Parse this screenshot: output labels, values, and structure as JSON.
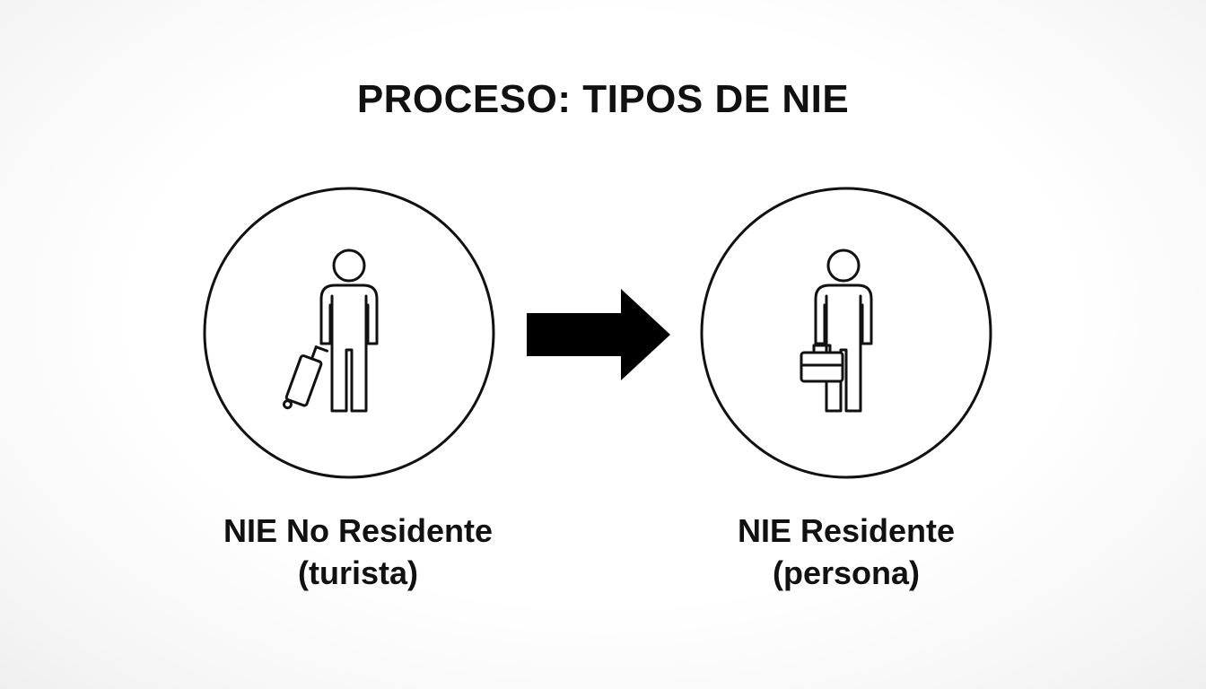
{
  "title": "PROCESO: TIPOS DE NIE",
  "colors": {
    "ink": "#111111",
    "background": "#ffffff"
  },
  "nodes": [
    {
      "icon": "person-with-rolling-suitcase-icon",
      "label_line1": "NIE No Residente",
      "label_line2": "(turista)"
    },
    {
      "icon": "person-with-briefcase-icon",
      "label_line1": "NIE Residente",
      "label_line2": "(persona)"
    }
  ],
  "connector": {
    "icon": "right-arrow-icon",
    "direction": "right"
  }
}
